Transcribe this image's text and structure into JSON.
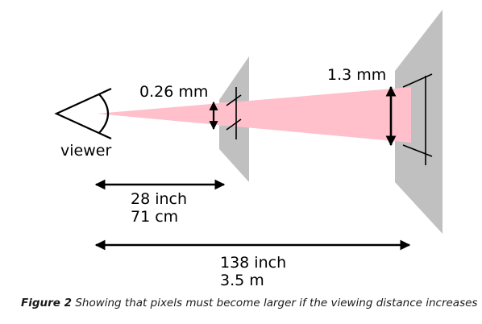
{
  "labels": {
    "viewer": "viewer",
    "small_pixel": "0.26 mm",
    "large_pixel": "1.3 mm",
    "near_distance_in": "28 inch",
    "near_distance_cm": "71 cm",
    "far_distance_in": "138 inch",
    "far_distance_m": "3.5 m"
  },
  "caption": {
    "figure_label": "Figure 2",
    "text": " Showing that pixels must become larger if the viewing distance increases"
  },
  "colors": {
    "cone": "#ffc0cb",
    "screen": "#c0c0c0",
    "ink": "#000000"
  }
}
